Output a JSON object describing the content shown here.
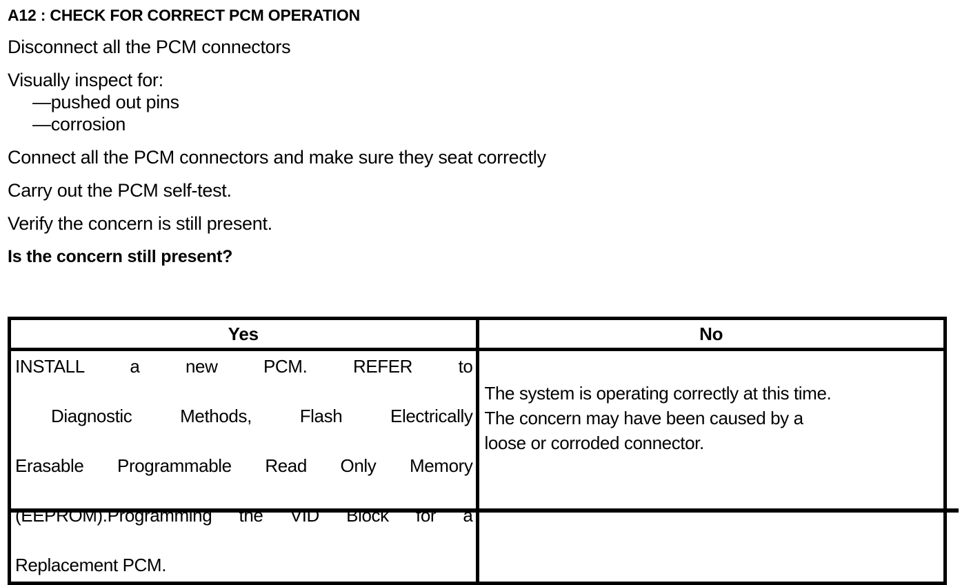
{
  "document": {
    "step_title": "A12 : CHECK FOR CORRECT PCM OPERATION",
    "instructions": [
      "Disconnect all the PCM connectors",
      "Visually inspect for:",
      "—pushed out pins",
      "—corrosion",
      "Connect all the PCM connectors and make sure they seat correctly",
      "Carry out the PCM self-test.",
      "Verify the concern is still present."
    ],
    "question": "Is the concern still present?",
    "decision_table": {
      "headers": [
        "Yes",
        "No"
      ],
      "yes_cell": {
        "lines": [
          "INSTALL a new PCM.  REFER to",
          "Diagnostic Methods, Flash Electrically",
          "Erasable Programmable Read Only Memory",
          "(EEPROM).Programming the VID Block for a",
          "Replacement PCM."
        ],
        "full_text": "INSTALL a new PCM.  REFER to Diagnostic Methods, Flash Electrically Erasable Programmable Read Only Memory (EEPROM).Programming the VID Block for a Replacement PCM."
      },
      "no_cell": {
        "lines": [
          "The system is operating correctly at this time.",
          "The concern may have been caused by a",
          "loose or corroded connector."
        ],
        "full_text": "The system is operating correctly at this time. The concern may have been caused by a loose or corroded connector."
      }
    }
  },
  "colors": {
    "ink": "#000000",
    "paper": "#ffffff"
  }
}
